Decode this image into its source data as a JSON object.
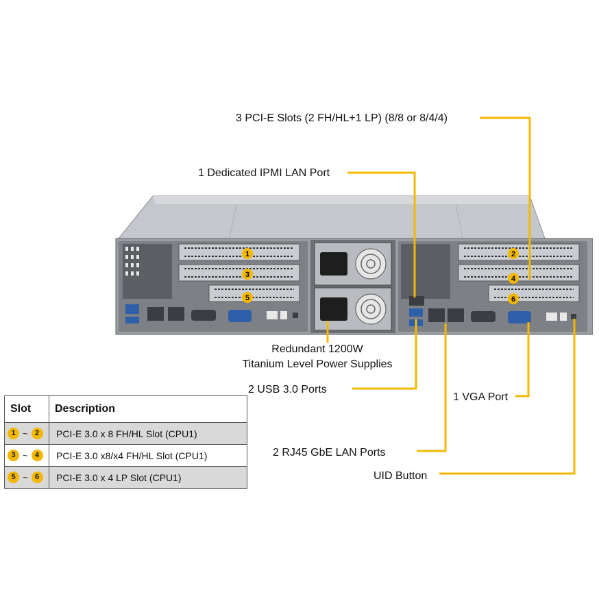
{
  "callouts": {
    "pcie_slots": "3 PCI-E Slots (2 FH/HL+1 LP) (8/8 or 8/4/4)",
    "ipmi_port": "1 Dedicated IPMI  LAN Port",
    "power_line1": "Redundant  1200W",
    "power_line2": "Titanium   Level Power Supplies",
    "usb_ports": "2 USB 3.0 Ports",
    "vga_port": "1 VGA Port",
    "lan_ports": "2 RJ45 GbE LAN Ports",
    "uid_button": "UID Button"
  },
  "slot_badges": [
    "1",
    "3",
    "5",
    "2",
    "4",
    "6"
  ],
  "table": {
    "headers": [
      "Slot",
      "Description"
    ],
    "rows": [
      {
        "slot_a": "1",
        "slot_b": "2",
        "sep": "~",
        "desc": "PCI-E 3.0 x 8 FH/HL Slot (CPU1)"
      },
      {
        "slot_a": "3",
        "slot_b": "4",
        "sep": "~",
        "desc": "PCI-E 3.0 x8/x4  FH/HL Slot (CPU1)"
      },
      {
        "slot_a": "5",
        "slot_b": "6",
        "sep": "~",
        "desc": "PCI-E 3.0 x 4 LP Slot (CPU1)"
      }
    ]
  },
  "colors": {
    "leader": "#f5b800",
    "badge": "#f5b800",
    "chassis_top": "#b9bcc0",
    "chassis_panel": "#8c9095",
    "table_shade": "#d9d9d9"
  }
}
